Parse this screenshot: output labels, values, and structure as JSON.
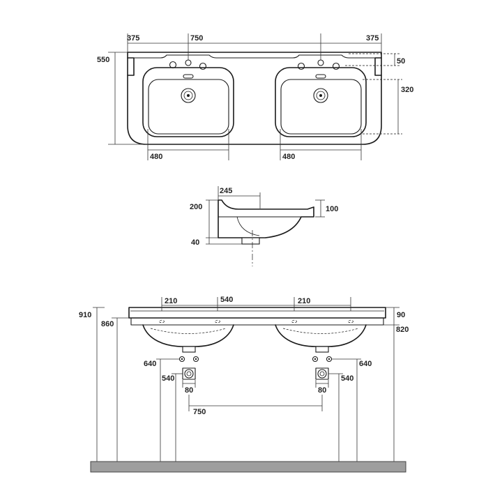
{
  "drawing": {
    "plan_view": {
      "overhang_left": "375",
      "basin_spacing": "750",
      "overhang_right": "375",
      "depth": "550",
      "deck_depth": "50",
      "bowl_depth": "320",
      "bowl_width_left": "480",
      "bowl_width_right": "480"
    },
    "side_view": {
      "rim_depth": "245",
      "total_height": "200",
      "waste_drop": "40",
      "front_height": "100"
    },
    "front_view": {
      "fixing_left": "210",
      "fixing_span": "540",
      "fixing_right": "210",
      "top_height": "910",
      "rim_height": "860",
      "top_thickness": "90",
      "underside_height": "820",
      "supply_height_left": "640",
      "waste_height_left": "540",
      "waste_width_left": "80",
      "waste_spacing": "750",
      "waste_width_right": "80",
      "waste_height_right": "540",
      "supply_height_right": "640"
    }
  },
  "colors": {
    "line": "#1a1a1a",
    "floor": "#9e9e9e",
    "background": "#ffffff"
  }
}
